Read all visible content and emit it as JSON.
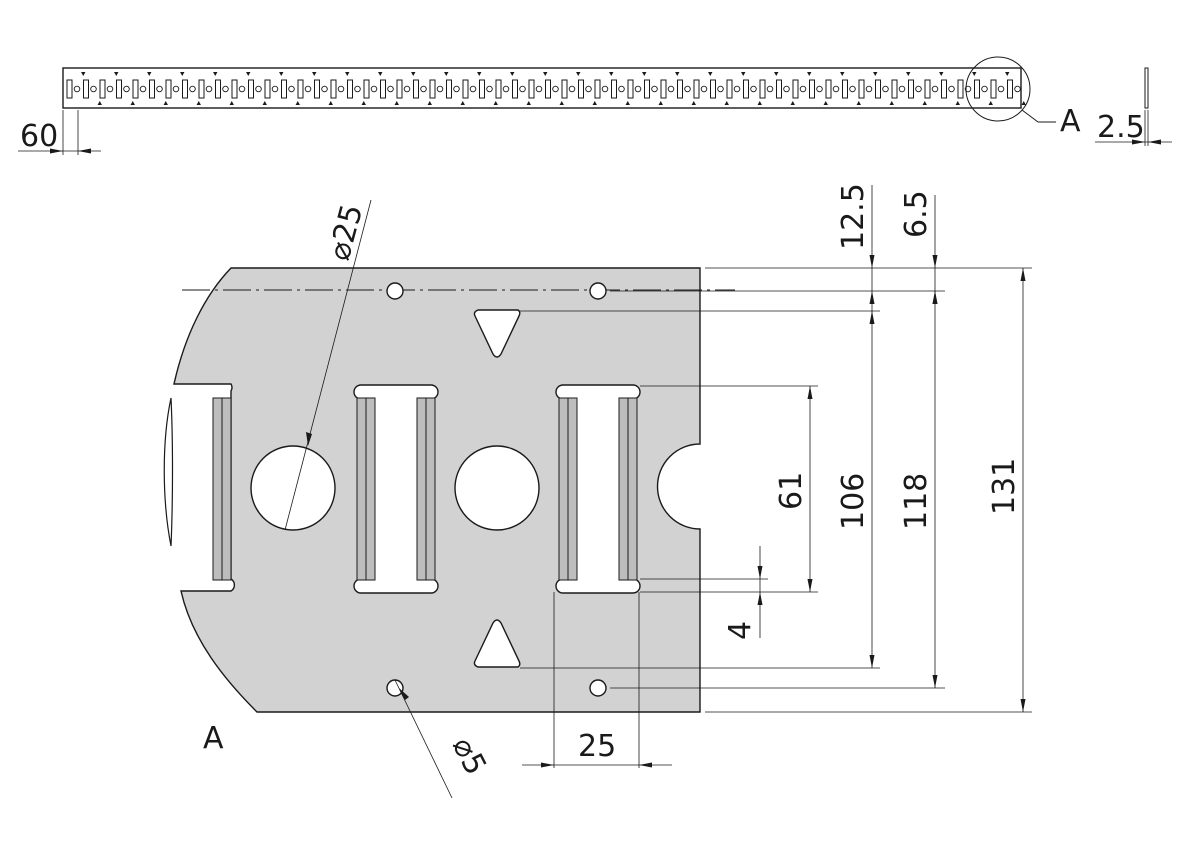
{
  "labels": {
    "detail_callout": "A",
    "detail_title": "A"
  },
  "dimensions": {
    "strip_pitch": "60",
    "strip_thickness": "2.5",
    "big_hole_dia": "25",
    "small_hole_dia": "5",
    "top_hole_offset": "12.5",
    "triangle_offset": "6.5",
    "slot_length": "61",
    "inner_span": "106",
    "hole_span": "118",
    "overall_height": "131",
    "rail_gap": "4",
    "slot_width": "25"
  },
  "diameter_symbol": "⌀",
  "colors": {
    "part_fill": "#d2d2d2",
    "line": "#1a1a1a",
    "background": "#ffffff"
  }
}
